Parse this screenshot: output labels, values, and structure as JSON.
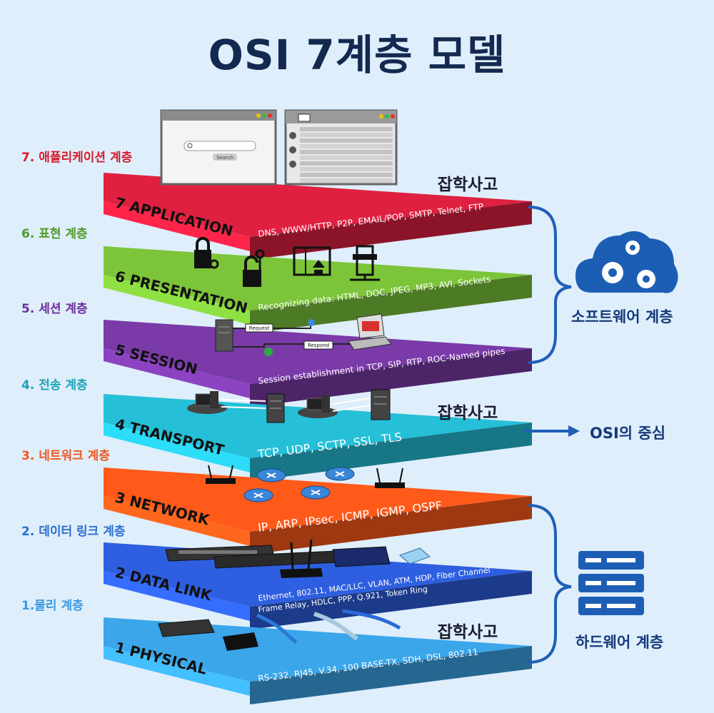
{
  "title": "OSI 7계층 모델",
  "watermark": "잡학사고",
  "layers": [
    {
      "korean": "7. 애플리케이션 계층",
      "name": "7 APPLICATION",
      "protocols": [
        "DNS, WWW/HTTP, P2P, EMAIL/POP, SMTP, Telnet, FTP"
      ],
      "color": "#e02040",
      "label_color": "#d81b2c"
    },
    {
      "korean": "6. 표현 계층",
      "name": "6 PRESENTATION",
      "protocols": [
        "Recognizing data: HTML, DOC, JPEG, MP3, AVI, Sockets"
      ],
      "color": "#7cc43a",
      "label_color": "#4f9a2a"
    },
    {
      "korean": "5. 세션 계층",
      "name": "5 SESSION",
      "protocols": [
        "Session establishment in TCP, SIP, RTP, ROC-Named pipes"
      ],
      "color": "#7a3aa8",
      "label_color": "#6b2f9c"
    },
    {
      "korean": "4. 전송 계층",
      "name": "4 TRANSPORT",
      "protocols": [
        "TCP, UDP, SCTP, SSL, TLS"
      ],
      "color": "#25c0d8",
      "label_color": "#1aa3b5"
    },
    {
      "korean": "3. 네트워크 계층",
      "name": "3 NETWORK",
      "protocols": [
        "IP, ARP, IPsec, ICMP, IGMP, OSPF"
      ],
      "color": "#ff5a1a",
      "label_color": "#f0561c"
    },
    {
      "korean": "2. 데이터 링크 계층",
      "name": "2 DATA LINK",
      "protocols": [
        "Ethernet, 802.11, MAC/LLC, VLAN, ATM, HDP,  Fiber Channel",
        "Frame Relay, HDLC, PPP, Q.921,  Token Ring"
      ],
      "color": "#2e5fe0",
      "label_color": "#2a6fd0"
    },
    {
      "korean": "1.물리 계층",
      "name": "1  PHYSICAL",
      "protocols": [
        "RS-232, RJ45, V.34, 100 BASE-TX, SDH, DSL, 802.11"
      ],
      "color": "#3ba6ea",
      "label_color": "#3a9ae0"
    }
  ],
  "browser": {
    "button": "Search"
  },
  "session_tags": {
    "request": "Request",
    "respond": "Respond"
  },
  "side_labels": {
    "software": "소프트웨어 계층",
    "center": "OSI의 중심",
    "hardware": "하드웨어 계층"
  },
  "icons": {
    "software": "gears-cloud-icon",
    "hardware": "server-stack-icon"
  },
  "accent": "#1f5fb8"
}
